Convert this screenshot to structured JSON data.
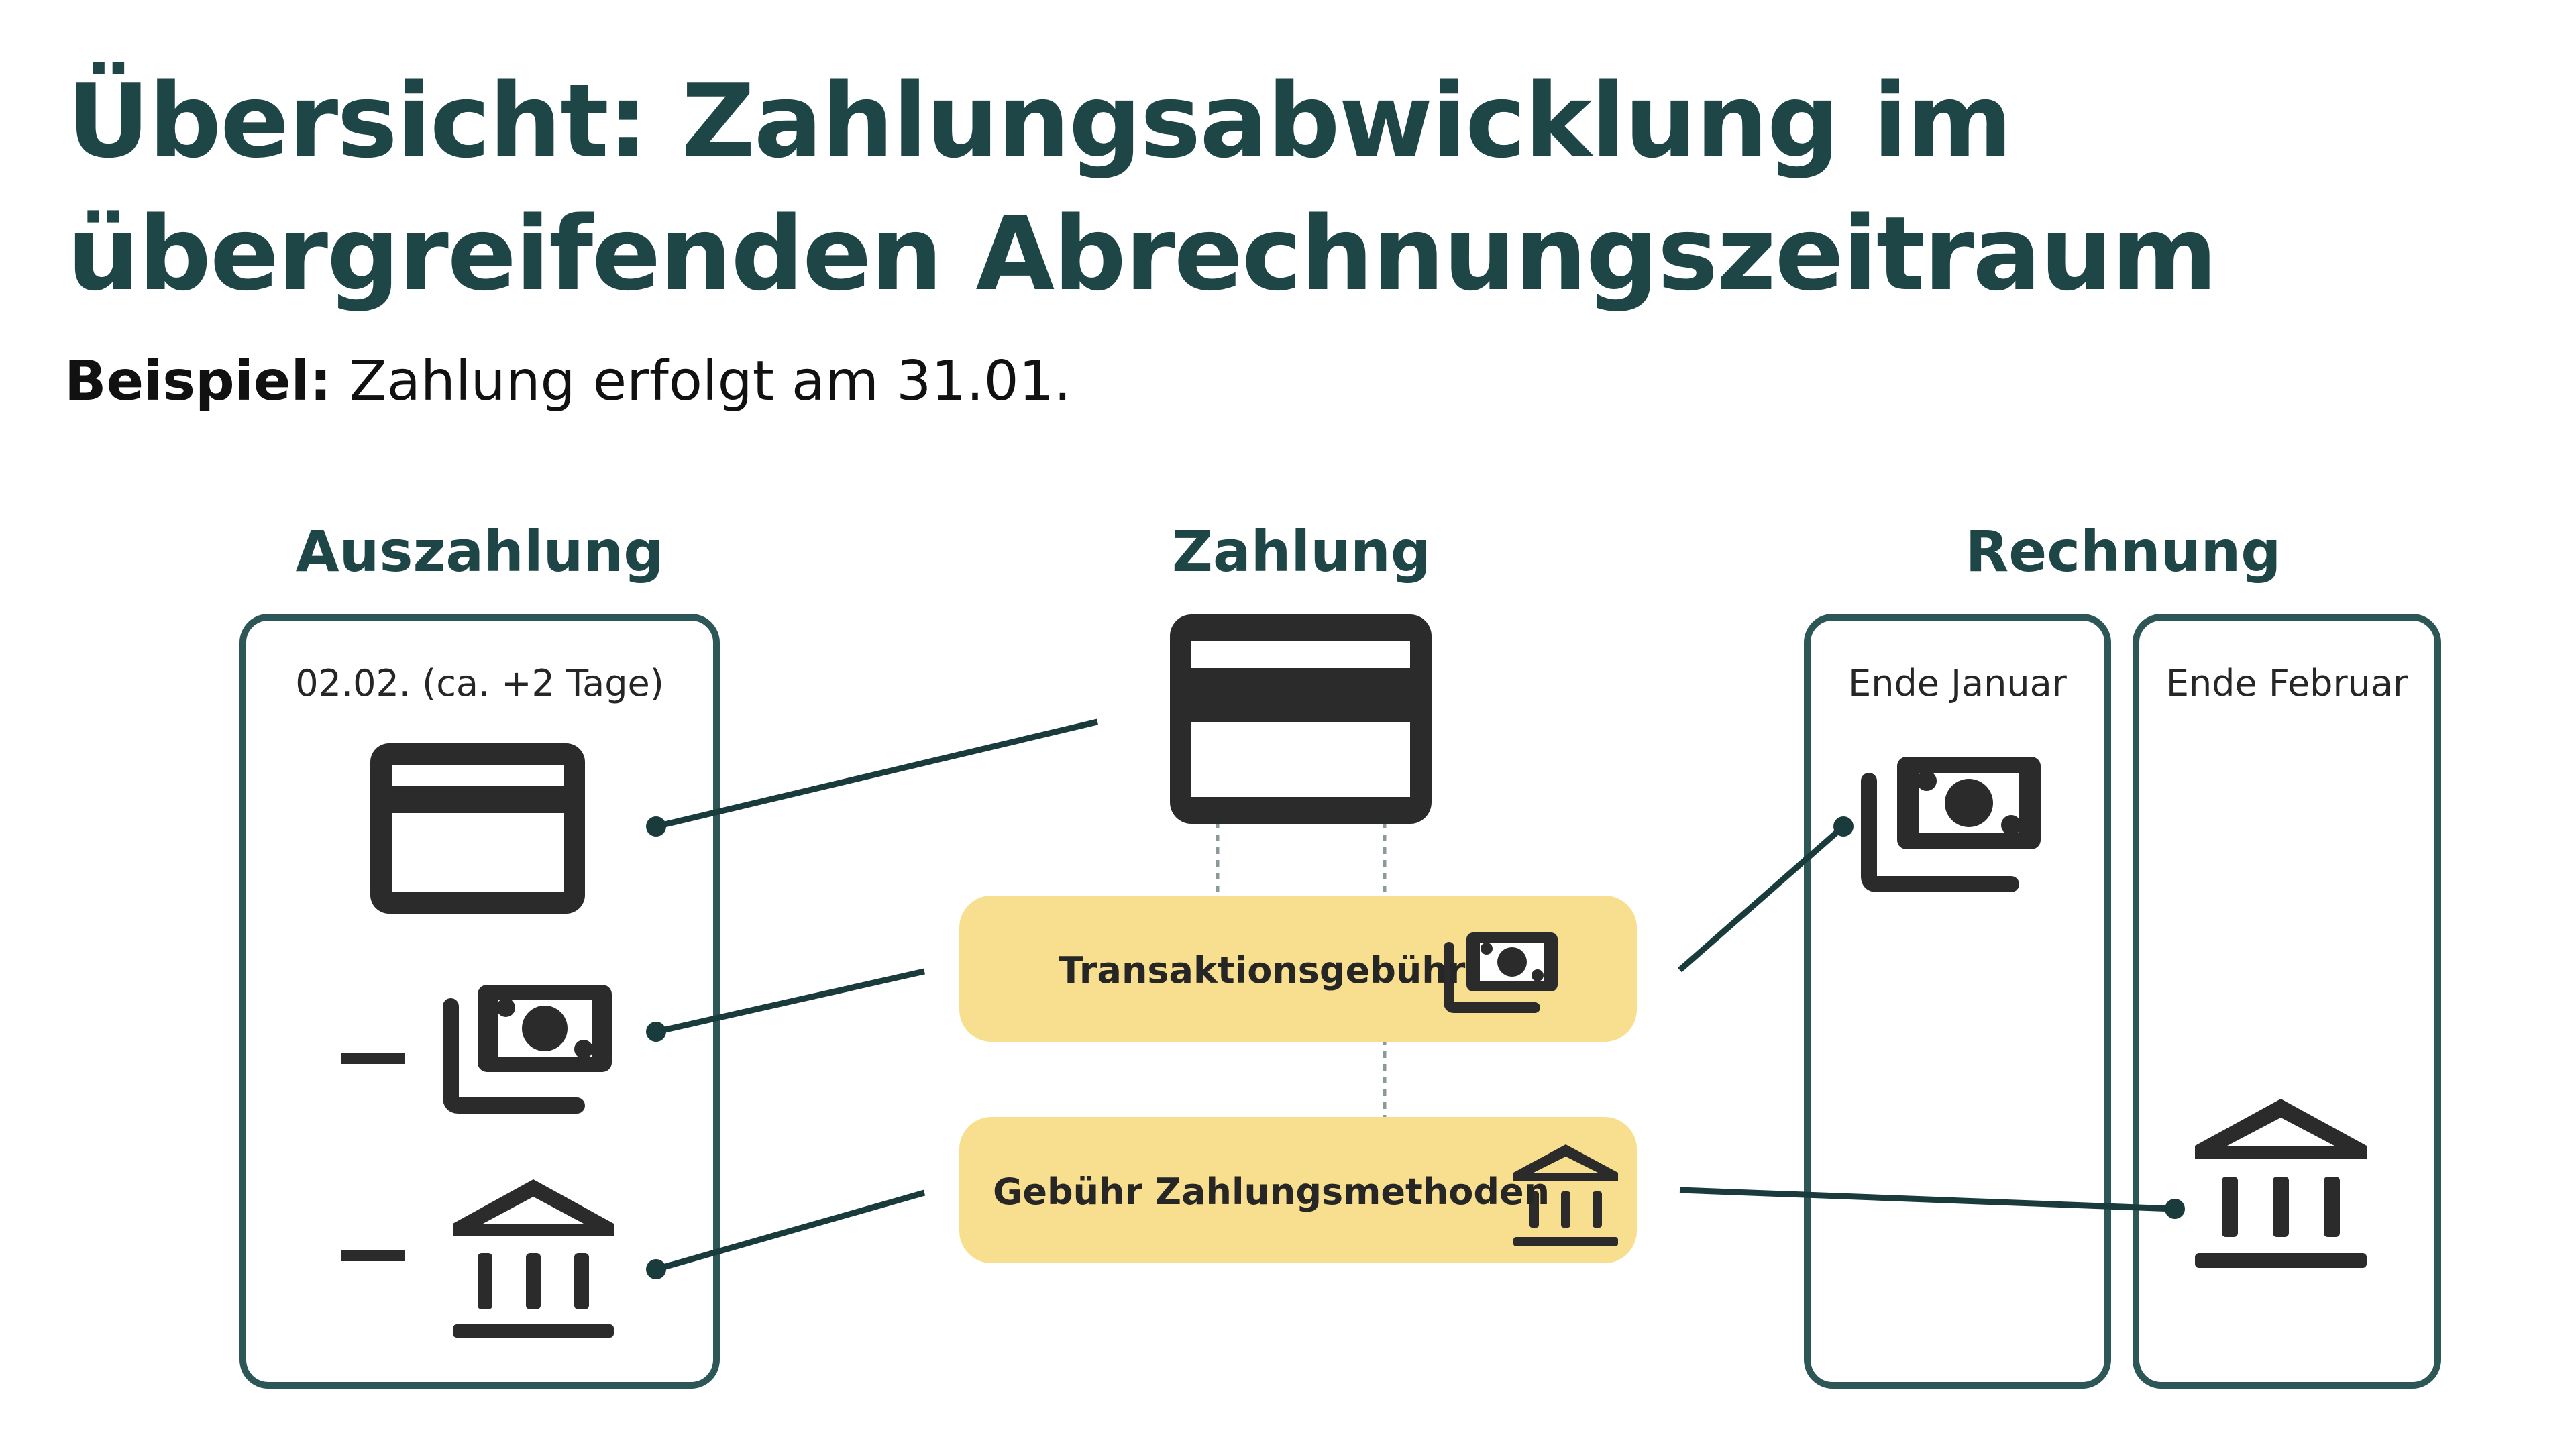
{
  "title": "Übersicht: Zahlungsabwicklung im übergreifenden Abrechnungszeitraum",
  "subtitle": {
    "bold": "Beispiel:",
    "text": " Zahlung erfolgt am 31.01."
  },
  "columns": {
    "payout": {
      "heading": "Auszahlung",
      "date_label": "02.02. (ca. +2 Tage)",
      "minus_sign": "–"
    },
    "payment": {
      "heading": "Zahlung",
      "fees": [
        {
          "label": "Transaktionsgebühr",
          "icon": "cash-icon"
        },
        {
          "label": "Gebühr Zahlungsmethoden",
          "icon": "bank-icon"
        }
      ]
    },
    "invoice": {
      "heading": "Rechnung",
      "periods": [
        "Ende Januar",
        "Ende Februar"
      ]
    }
  },
  "colors": {
    "heading": "#1e4647",
    "box_border": "#2d5757",
    "fee_fill": "#f8df8f",
    "icon": "#2b2b2b",
    "connector": "#1a3b3b"
  }
}
